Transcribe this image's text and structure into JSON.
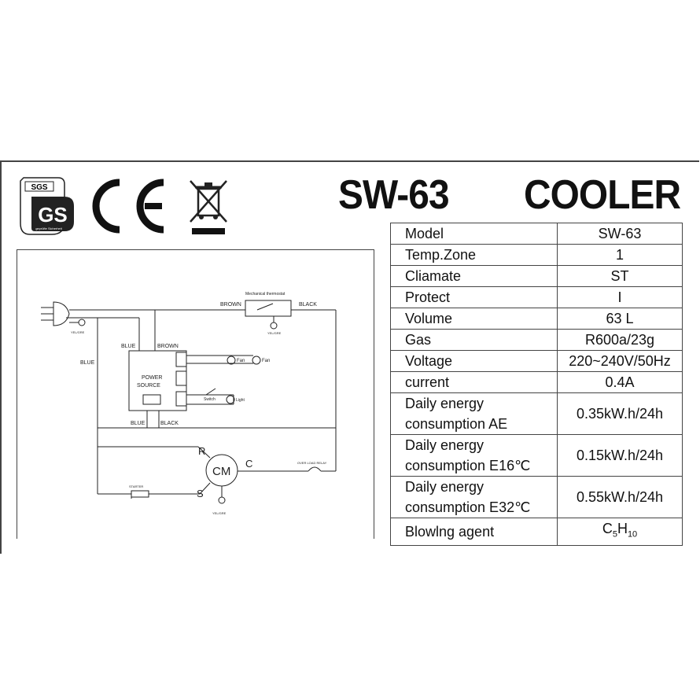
{
  "header": {
    "model_title": "SW-63",
    "product_title": "COOLER"
  },
  "certifications": {
    "sgs_label": "SGS",
    "gs_label": "GS",
    "gs_sub": "geprüfte Sicherheit",
    "ce_label": "CE",
    "weee_icon": "crossed-out-wheelie-bin-icon"
  },
  "specs": [
    {
      "key": "Model",
      "value": "SW-63"
    },
    {
      "key": "Temp.Zone",
      "value": "1"
    },
    {
      "key": "Cliamate",
      "value": "ST"
    },
    {
      "key": "Protect",
      "value": "I"
    },
    {
      "key": "Volume",
      "value": "63 L"
    },
    {
      "key": "Gas",
      "value": "R600a/23g"
    },
    {
      "key": "Voltage",
      "value": "220~240V/50Hz"
    },
    {
      "key": "current",
      "value": "0.4A"
    },
    {
      "key_line1": "Daily energy",
      "key_line2": "consumption AE",
      "value": "0.35kW.h/24h"
    },
    {
      "key_line1": "Daily energy",
      "key_line2": "consumption E16℃",
      "value": "0.15kW.h/24h"
    },
    {
      "key_line1": "Daily energy",
      "key_line2": "consumption E32℃",
      "value": "0.55kW.h/24h"
    },
    {
      "key": "Blowlng agent",
      "value_main": "C",
      "value_sub1": "5",
      "value_main2": "H",
      "value_sub2": "10"
    }
  ],
  "wiring": {
    "brown_top": "BROWN",
    "black_top": "BLACK",
    "thermostat": "Mechanical thermostat",
    "yel_gre_1": "YEL/GRE",
    "yel_gre_2": "YEL/GRE",
    "yel_gre_3": "YEL/GRE",
    "blue_left": "BLUE",
    "blue_box": "BLUE",
    "brown_box": "BROWN",
    "power_source_1": "POWER",
    "power_source_2": "SOURCE",
    "fan_1": "Fan",
    "fan_2": "Fan",
    "switch": "Switch",
    "light": "Light",
    "blue_bottom": "BLUE",
    "black_bottom": "BLACK",
    "r": "R",
    "s": "S",
    "c": "C",
    "cm": "CM",
    "starter": "STARTER",
    "overload": "OVER LOAD RELAY"
  }
}
